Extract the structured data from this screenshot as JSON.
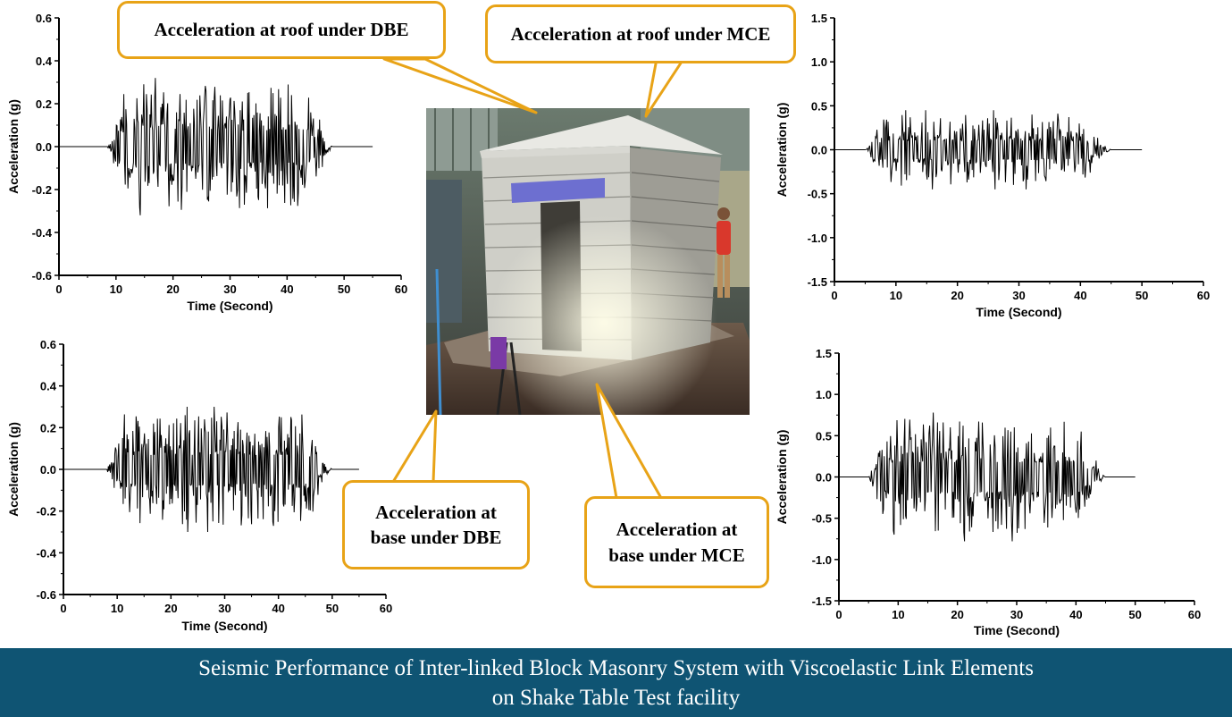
{
  "chart_data": [
    {
      "type": "line",
      "name": "Acceleration at roof under DBE",
      "xlabel": "Time (Second)",
      "ylabel": "Acceleration (g)",
      "xlim": [
        0,
        60
      ],
      "ylim": [
        -0.6,
        0.6
      ],
      "xticks": [
        "0",
        "10",
        "20",
        "30",
        "40",
        "50",
        "60"
      ],
      "yticks": [
        "0.6",
        "0.4",
        "0.2",
        "0.0",
        "-0.2",
        "-0.4",
        "-0.6"
      ],
      "signal": {
        "start": 8.5,
        "end": 48,
        "end_of_record": 55,
        "peak": 0.32
      },
      "grid": false
    },
    {
      "type": "line",
      "name": "Acceleration at roof under MCE",
      "xlabel": "Time (Second)",
      "ylabel": "Acceleration (g)",
      "xlim": [
        0,
        60
      ],
      "ylim": [
        -1.5,
        1.5
      ],
      "xticks": [
        "0",
        "10",
        "20",
        "30",
        "40",
        "50",
        "60"
      ],
      "yticks": [
        "1.5",
        "1.0",
        "0.5",
        "0.0",
        "-0.5",
        "-1.0",
        "-1.5"
      ],
      "signal": {
        "start": 5,
        "end": 45,
        "end_of_record": 50,
        "peak": 0.45
      },
      "grid": false
    },
    {
      "type": "line",
      "name": "Acceleration at base under DBE",
      "xlabel": "Time (Second)",
      "ylabel": "Acceleration (g)",
      "xlim": [
        0,
        60
      ],
      "ylim": [
        -0.6,
        0.6
      ],
      "xticks": [
        "0",
        "10",
        "20",
        "30",
        "40",
        "50",
        "60"
      ],
      "yticks": [
        "0.6",
        "0.4",
        "0.2",
        "0.0",
        "-0.2",
        "-0.4",
        "-0.6"
      ],
      "signal": {
        "start": 8,
        "end": 50,
        "end_of_record": 55,
        "peak": 0.3
      },
      "grid": false
    },
    {
      "type": "line",
      "name": "Acceleration at base under MCE",
      "xlabel": "Time (Second)",
      "ylabel": "Acceleration (g)",
      "xlim": [
        0,
        60
      ],
      "ylim": [
        -1.5,
        1.5
      ],
      "xticks": [
        "0",
        "10",
        "20",
        "30",
        "40",
        "50",
        "60"
      ],
      "yticks": [
        "1.5",
        "1.0",
        "0.5",
        "0.0",
        "-0.5",
        "-1.0",
        "-1.5"
      ],
      "signal": {
        "start": 5,
        "end": 45,
        "end_of_record": 50,
        "peak": 0.78
      },
      "grid": false
    }
  ],
  "callouts": {
    "roof_dbe": "Acceleration at roof under DBE",
    "roof_mce": "Acceleration at roof under MCE",
    "base_dbe_line1": "Acceleration at",
    "base_dbe_line2": "base under DBE",
    "base_mce_line1": "Acceleration at",
    "base_mce_line2": "base under MCE"
  },
  "photo": {
    "subject": "shake-table-masonry-specimen"
  },
  "footer": {
    "line1": "Seismic Performance of Inter-linked Block Masonry System with Viscoelastic Link Elements",
    "line2": "on Shake Table Test facility"
  },
  "colors": {
    "callout_border": "#e8a317",
    "footer_bg": "#0f5473",
    "footer_text": "#ffffff",
    "trace": "#000000"
  }
}
